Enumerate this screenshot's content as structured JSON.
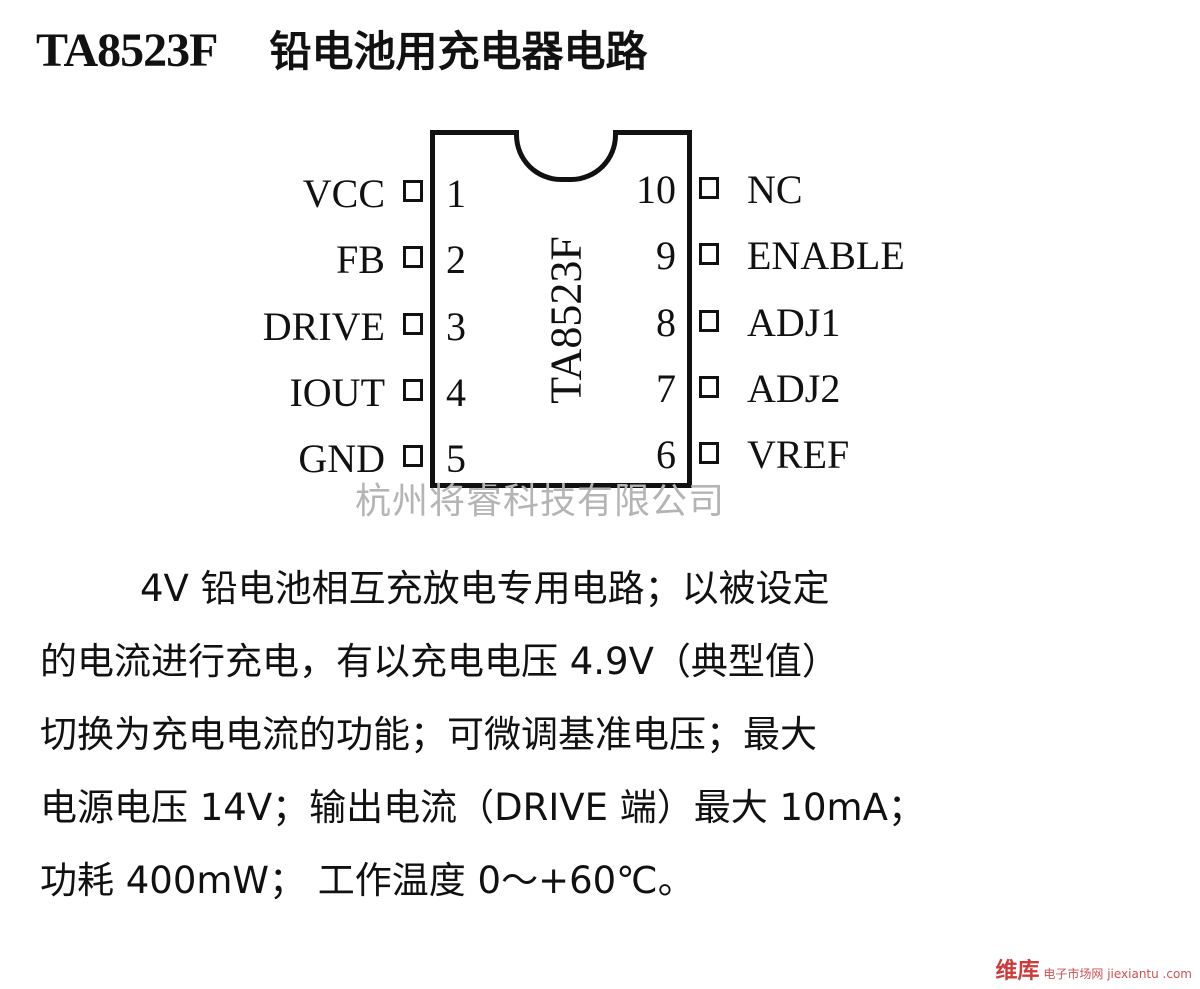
{
  "title": {
    "part": "TA8523F",
    "name": "铅电池用充电器电路"
  },
  "chip": {
    "label": "TA8523F"
  },
  "pins_left": [
    {
      "num": "1",
      "label": "VCC"
    },
    {
      "num": "2",
      "label": "FB"
    },
    {
      "num": "3",
      "label": "DRIVE"
    },
    {
      "num": "4",
      "label": "IOUT"
    },
    {
      "num": "5",
      "label": "GND"
    }
  ],
  "pins_right": [
    {
      "num": "10",
      "label": "NC"
    },
    {
      "num": "9",
      "label": "ENABLE"
    },
    {
      "num": "8",
      "label": "ADJ1"
    },
    {
      "num": "7",
      "label": "ADJ2"
    },
    {
      "num": "6",
      "label": "VREF"
    }
  ],
  "watermark": "杭州将睿科技有限公司",
  "description": [
    "4V 铅电池相互充放电专用电路；以被设定",
    "的电流进行充电，有以充电电压 4.9V（典型值）",
    "切换为充电电流的功能；可微调基准电压；最大",
    "电源电压 14V；输出电流（DRIVE 端）最大 10mA；",
    "功耗 400mW； 工作温度 0～+60℃。"
  ],
  "logo": {
    "main": "维库",
    "sub": "电子市场网",
    "site": "jiexiantu .com"
  }
}
